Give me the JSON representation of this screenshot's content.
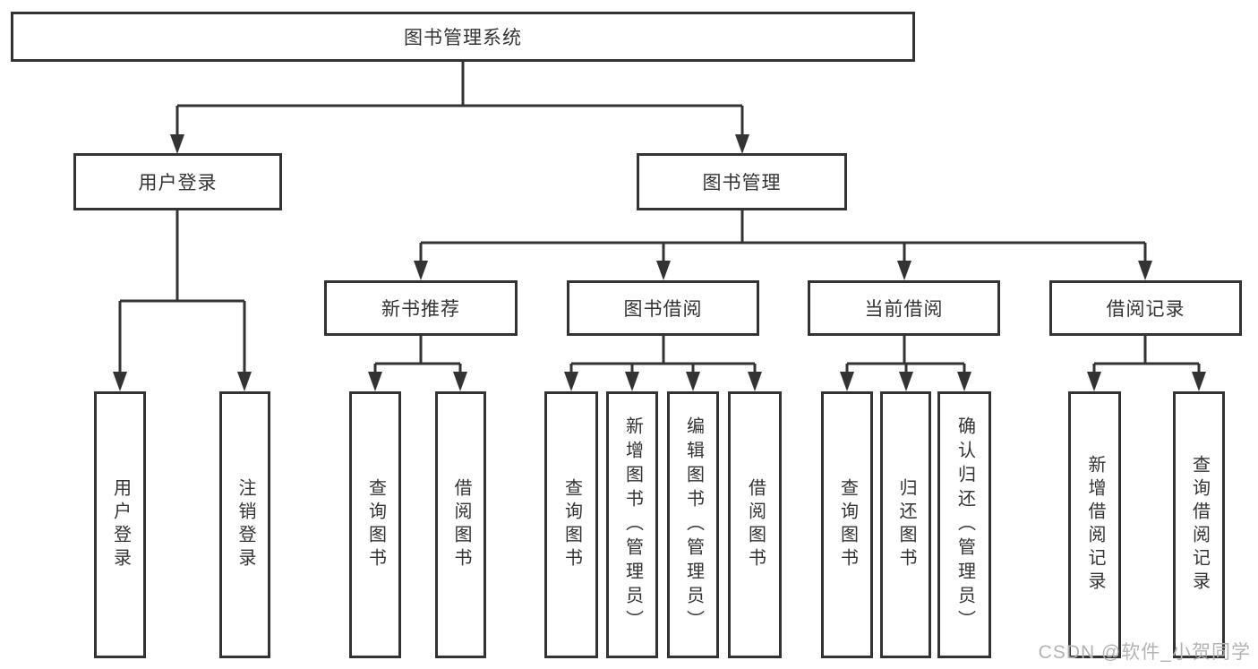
{
  "diagram": {
    "title": "图书管理系统",
    "root": {
      "label": "图书管理系统"
    },
    "level2": [
      {
        "label": "用户登录"
      },
      {
        "label": "图书管理"
      }
    ],
    "level3": [
      {
        "label": "新书推荐",
        "parent": "图书管理"
      },
      {
        "label": "图书借阅",
        "parent": "图书管理"
      },
      {
        "label": "当前借阅",
        "parent": "图书管理"
      },
      {
        "label": "借阅记录",
        "parent": "图书管理"
      }
    ],
    "leaves": [
      {
        "label": "用户登录",
        "parent": "用户登录"
      },
      {
        "label": "注销登录",
        "parent": "用户登录"
      },
      {
        "label": "查询图书",
        "parent": "新书推荐"
      },
      {
        "label": "借阅图书",
        "parent": "新书推荐"
      },
      {
        "label": "查询图书",
        "parent": "图书借阅"
      },
      {
        "label": "新增图书（管理员）",
        "parent": "图书借阅"
      },
      {
        "label": "编辑图书（管理员）",
        "parent": "图书借阅"
      },
      {
        "label": "借阅图书",
        "parent": "图书借阅"
      },
      {
        "label": "查询图书",
        "parent": "当前借阅"
      },
      {
        "label": "归还图书",
        "parent": "当前借阅"
      },
      {
        "label": "确认归还（管理员）",
        "parent": "当前借阅"
      },
      {
        "label": "新增借阅记录",
        "parent": "借阅记录"
      },
      {
        "label": "查询借阅记录",
        "parent": "借阅记录"
      }
    ]
  },
  "watermark": {
    "text": "CSDN @软件_小贺同学"
  },
  "colors": {
    "line": "#333333",
    "box_border": "#333333",
    "box_fill": "#ffffff",
    "text": "#333333",
    "watermark": "#b3b3b3",
    "background": "#ffffff"
  }
}
